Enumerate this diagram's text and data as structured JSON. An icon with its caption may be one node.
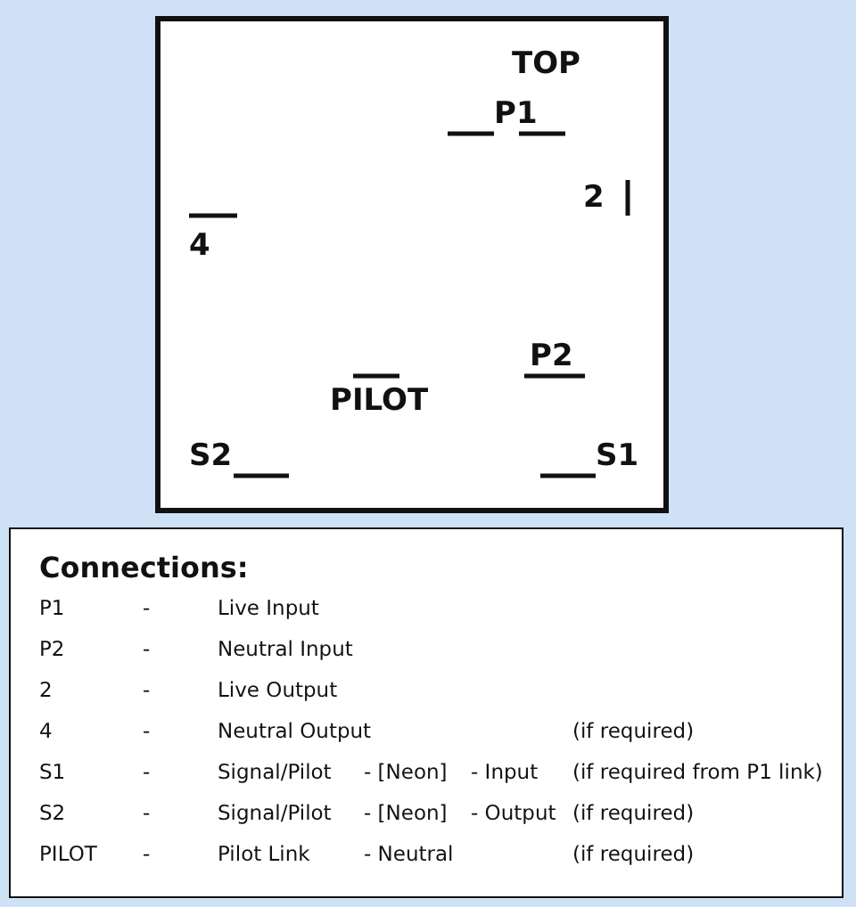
{
  "diagram": {
    "labels": [
      "TOP",
      "P1",
      "2",
      "4",
      "P2",
      "PILOT",
      "S2",
      "S1",
      "Connections:",
      "P1",
      "-",
      "Live Input",
      "P2",
      "-",
      "Neutral Input",
      "2",
      "-",
      "Live Output",
      "4",
      "-",
      "Neutral Output",
      "(if required)",
      "S1",
      "-",
      "Signal/Pilot",
      "- [Neon]",
      "- Input",
      "(if required from P1 link)",
      "S2",
      "-",
      "Signal/Pilot",
      "- [Neon]",
      "- Output",
      "(if required)",
      "PILOT",
      "-",
      "Pilot Link",
      "- Neutral",
      "(if required)"
    ]
  }
}
